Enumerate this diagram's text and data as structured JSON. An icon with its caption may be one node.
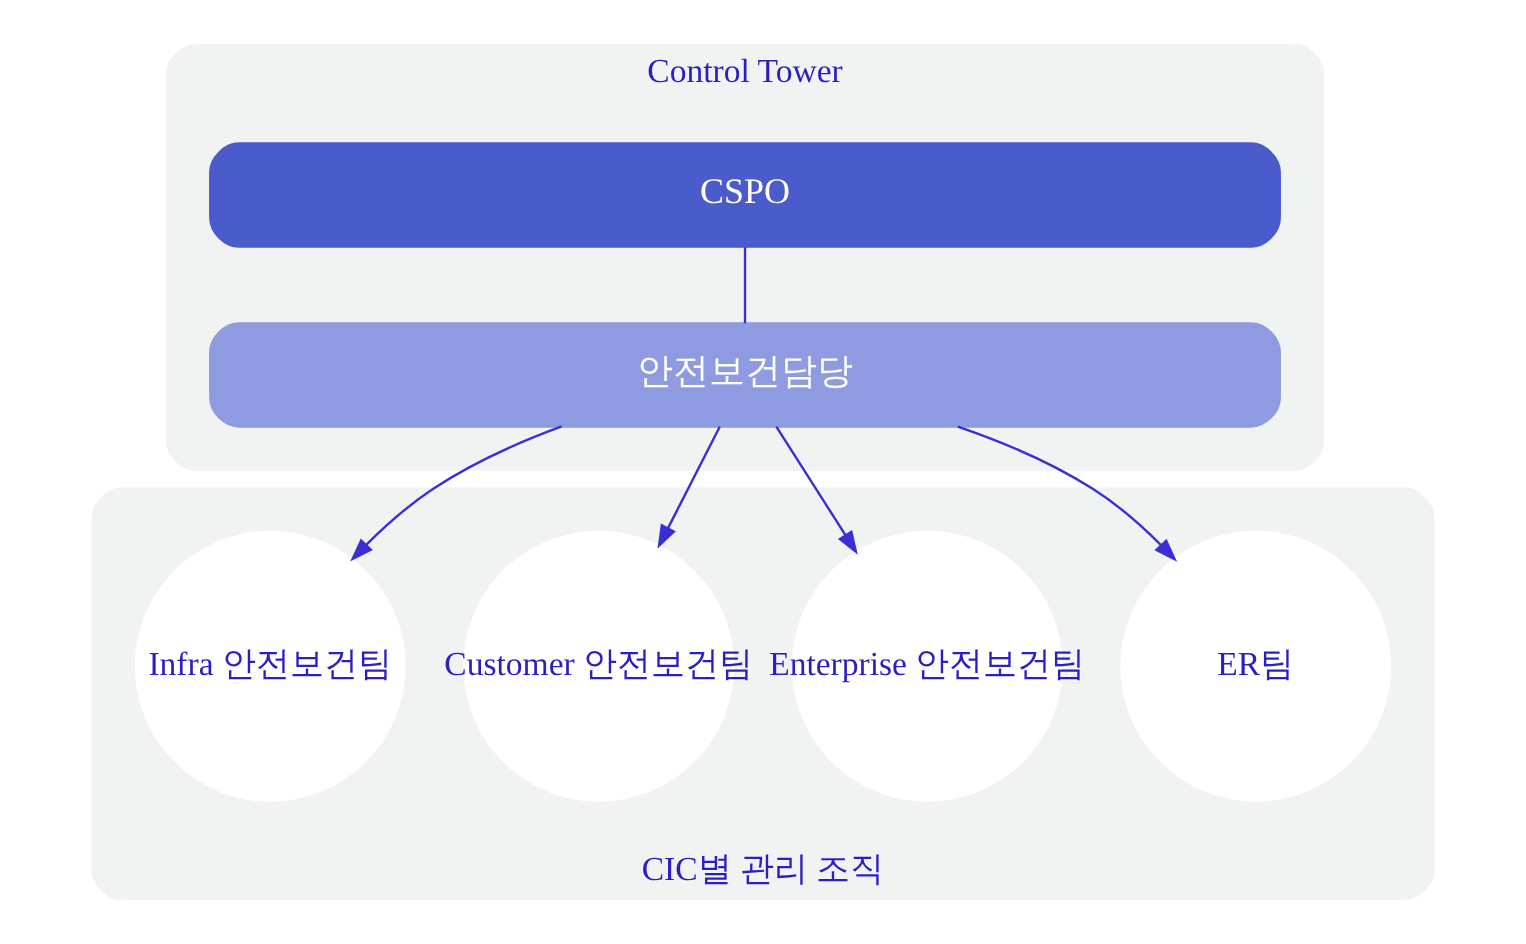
{
  "diagram": {
    "nodes": [
      {
        "text": [
          "Control Tower"
        ]
      },
      {
        "text": [
          "CSPO"
        ],
        "in": 0
      },
      {
        "text": [
          "안전보건담당"
        ],
        "in": 0
      },
      {
        "text": [
          "CIC별 관리 조직"
        ]
      },
      {
        "text": [
          "Infra 안전보건팀"
        ],
        "in": 3
      },
      {
        "text": [
          "Customer 안전보건팀"
        ],
        "in": 3
      },
      {
        "text": [
          "Enterprise 안전보건팀"
        ],
        "in": 3
      },
      {
        "text": [
          "ER팀"
        ],
        "in": 3
      }
    ],
    "edges": [
      {
        "from": 1,
        "to": 2,
        "arrow": "none"
      },
      {
        "from": 2,
        "to": 4,
        "arrow": "to"
      },
      {
        "from": 2,
        "to": 5,
        "arrow": "to"
      },
      {
        "from": 2,
        "to": 6,
        "arrow": "to"
      },
      {
        "from": 2,
        "to": 7,
        "arrow": "to"
      }
    ]
  }
}
